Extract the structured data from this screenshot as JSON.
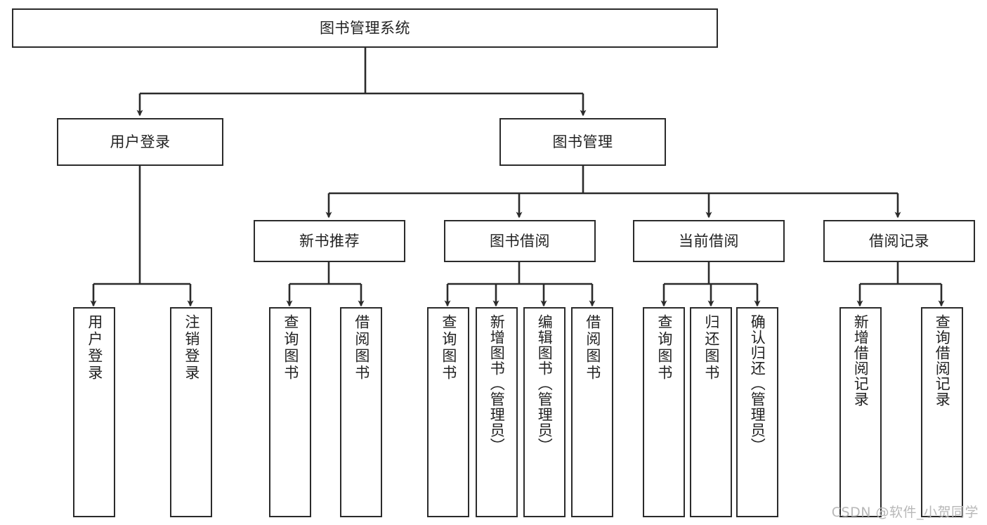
{
  "diagram": {
    "title": "图书管理系统",
    "type": "tree-hierarchy",
    "colors": {
      "box_border": "#2b2b2b",
      "box_fill": "#ffffff",
      "connector": "#2b2b2b",
      "text": "#222222",
      "watermark": "#b8b8b8"
    },
    "root": {
      "label": "图书管理系统"
    },
    "level2": [
      {
        "label": "用户登录"
      },
      {
        "label": "图书管理"
      }
    ],
    "level3": [
      {
        "label": "新书推荐"
      },
      {
        "label": "图书借阅"
      },
      {
        "label": "当前借阅"
      },
      {
        "label": "借阅记录"
      }
    ],
    "leaves": {
      "user_login": [
        {
          "label": "用户登录"
        },
        {
          "label": "注销登录"
        }
      ],
      "new_book_recommend": [
        {
          "label": "查询图书"
        },
        {
          "label": "借阅图书"
        }
      ],
      "book_borrow": [
        {
          "label": "查询图书"
        },
        {
          "label": "新增图书（管理员）"
        },
        {
          "label": "编辑图书（管理员）"
        },
        {
          "label": "借阅图书"
        }
      ],
      "current_borrow": [
        {
          "label": "查询图书"
        },
        {
          "label": "归还图书"
        },
        {
          "label": "确认归还（管理员）"
        }
      ],
      "borrow_record": [
        {
          "label": "新增借阅记录"
        },
        {
          "label": "查询借阅记录"
        }
      ]
    }
  },
  "watermark": {
    "text": "CSDN @软件_小贺同学"
  }
}
